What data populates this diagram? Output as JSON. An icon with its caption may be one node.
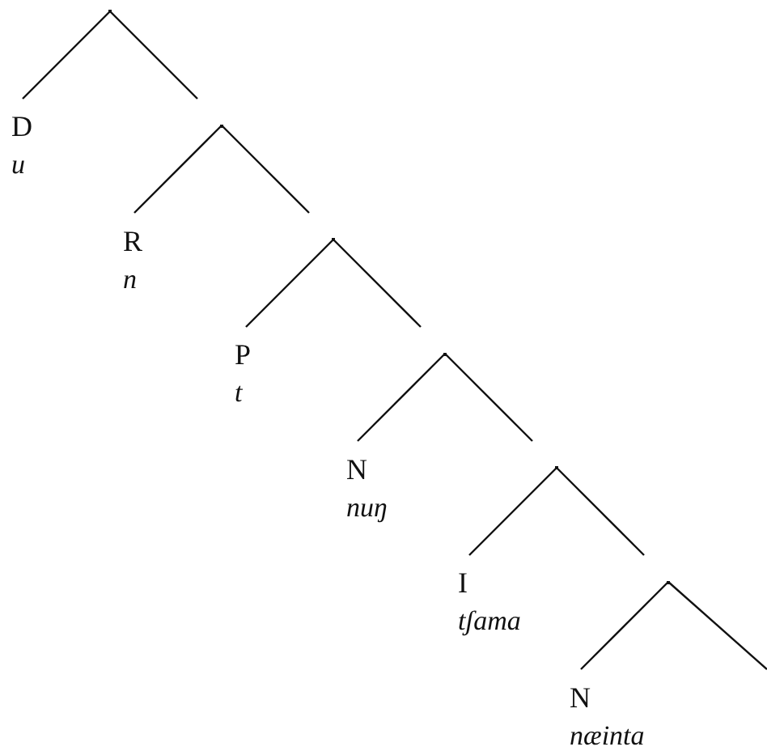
{
  "diagram": {
    "nodes": [
      {
        "text": [],
        "shape": "point"
      },
      {
        "text": [
          "D",
          "u"
        ]
      },
      {
        "text": [],
        "shape": "point"
      },
      {
        "text": [
          "R",
          "n"
        ]
      },
      {
        "text": [],
        "shape": "point"
      },
      {
        "text": [
          "P",
          "t"
        ]
      },
      {
        "text": [],
        "shape": "point"
      },
      {
        "text": [
          "N",
          "nuŋ"
        ]
      },
      {
        "text": [],
        "shape": "point"
      },
      {
        "text": [
          "I",
          "tʃama"
        ]
      },
      {
        "text": [],
        "shape": "point"
      },
      {
        "text": [
          "N",
          "næinta"
        ]
      }
    ],
    "edges": [
      {
        "from": 0,
        "to": 1,
        "arrow": "none"
      },
      {
        "from": 0,
        "to": 2,
        "arrow": "none"
      },
      {
        "from": 2,
        "to": 3,
        "arrow": "none"
      },
      {
        "from": 2,
        "to": 4,
        "arrow": "none"
      },
      {
        "from": 4,
        "to": 5,
        "arrow": "none"
      },
      {
        "from": 4,
        "to": 6,
        "arrow": "none"
      },
      {
        "from": 6,
        "to": 7,
        "arrow": "none"
      },
      {
        "from": 6,
        "to": 8,
        "arrow": "none"
      },
      {
        "from": 8,
        "to": 9,
        "arrow": "none"
      },
      {
        "from": 8,
        "to": 10,
        "arrow": "none"
      },
      {
        "from": 10,
        "to": 11,
        "arrow": "none"
      },
      {
        "from": 10,
        "to": null,
        "arrow": "none"
      }
    ]
  }
}
